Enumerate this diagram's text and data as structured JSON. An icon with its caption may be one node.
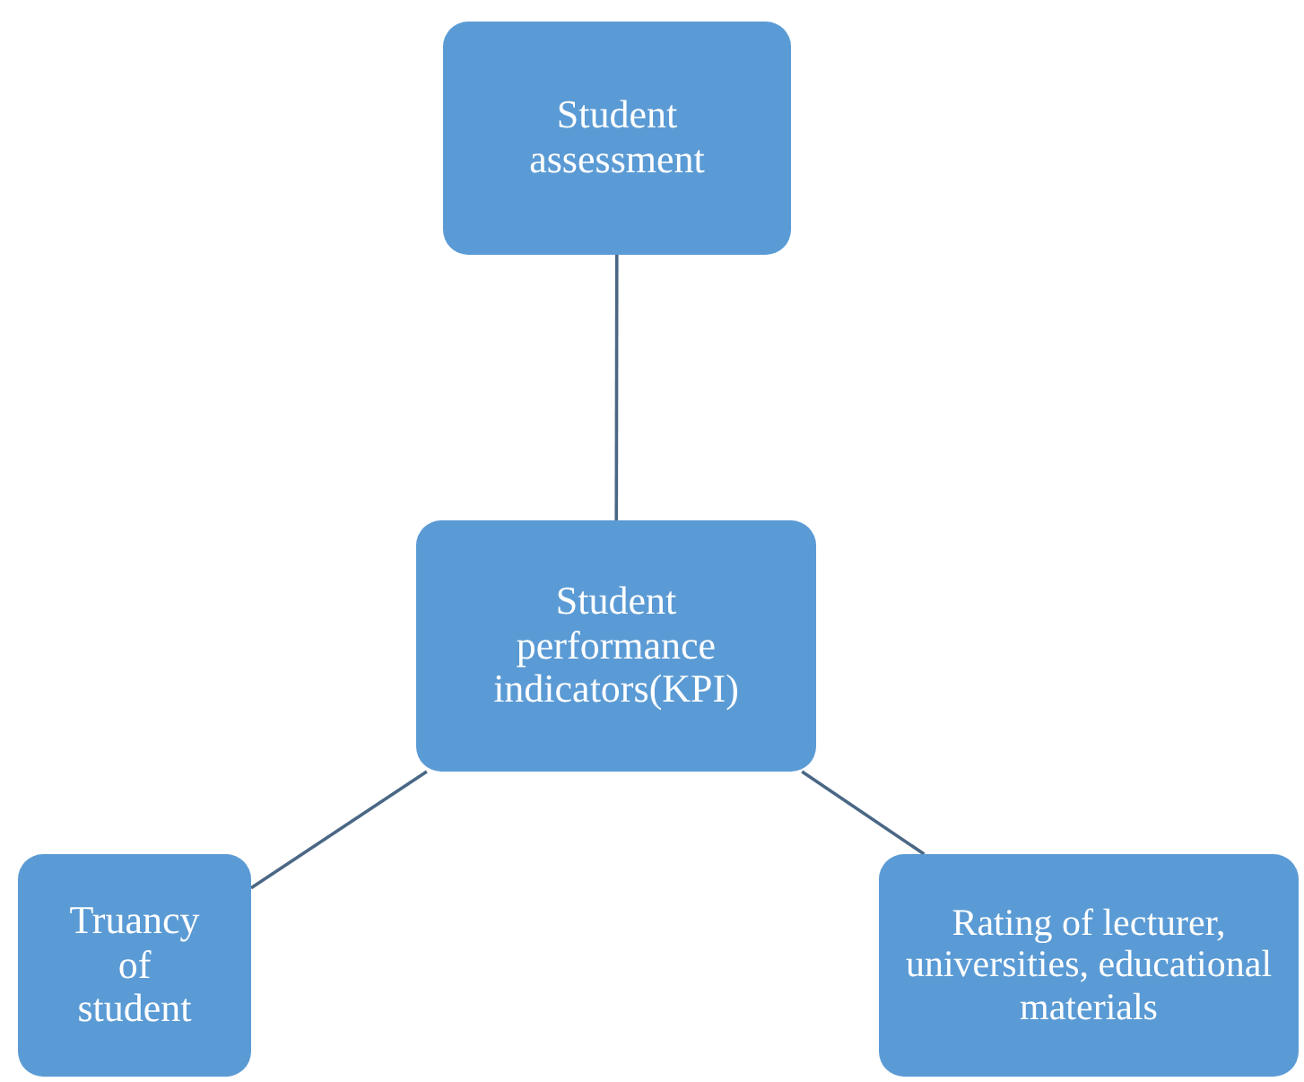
{
  "diagram": {
    "nodes": [
      {
        "text": [
          "Student assessment"
        ]
      },
      {
        "text": [
          "Student performance indicators(KPI)"
        ]
      },
      {
        "text": [
          "Truancy of student"
        ]
      },
      {
        "text": [
          "Rating of lecturer, universities, educational materials"
        ]
      }
    ],
    "edges": [
      {
        "from": 0,
        "to": 1,
        "arrow": "none"
      },
      {
        "from": 1,
        "to": 2,
        "arrow": "none"
      },
      {
        "from": 1,
        "to": 3,
        "arrow": "none"
      }
    ]
  }
}
